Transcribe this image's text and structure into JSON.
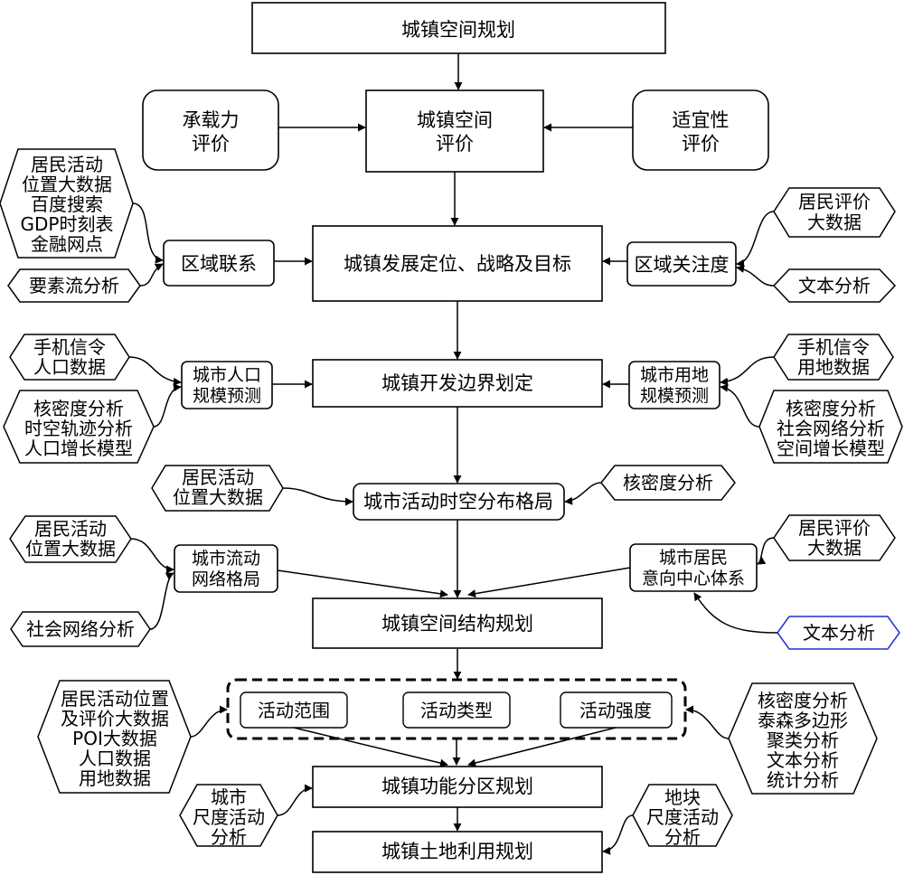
{
  "main_flow": {
    "planning": "城镇空间规划",
    "evaluation": [
      "城镇空间",
      "评价"
    ],
    "positioning": "城镇发展定位、战略及目标",
    "boundary": "城镇开发边界划定",
    "pattern": "城市活动时空分布格局",
    "structure": "城镇空间结构规划",
    "function": "城镇功能分区规划",
    "landuse": "城镇土地利用规划"
  },
  "evaluation_inputs": {
    "capacity": [
      "承载力",
      "评价"
    ],
    "suitability": [
      "适宜性",
      "评价"
    ]
  },
  "intermediate": {
    "regional_link": "区域联系",
    "regional_attention": "区域关注度",
    "population_forecast": [
      "城市人口",
      "规模预测"
    ],
    "landuse_forecast": [
      "城市用地",
      "规模预测"
    ],
    "flow_network": [
      "城市流动",
      "网络格局"
    ],
    "resident_centers": [
      "城市居民",
      "意向中心体系"
    ]
  },
  "activity_group": {
    "items": [
      "活动范围",
      "活动类型",
      "活动强度"
    ]
  },
  "data_sources": {
    "resident_location_bigdata_long": [
      "居民活动",
      "位置大数据",
      "百度搜索",
      "GDP时刻表",
      "金融网点"
    ],
    "factor_flow": [
      "要素流分析"
    ],
    "resident_eval_1": [
      "居民评价",
      "大数据"
    ],
    "text_analysis_1": [
      "文本分析"
    ],
    "phone_population": [
      "手机信令",
      "人口数据"
    ],
    "kde_trajectory": [
      "核密度分析",
      "时空轨迹分析",
      "人口增长模型"
    ],
    "phone_landuse": [
      "手机信令",
      "用地数据"
    ],
    "kde_social": [
      "核密度分析",
      "社会网络分析",
      "空间增长模型"
    ],
    "resident_location_1": [
      "居民活动",
      "位置大数据"
    ],
    "kde_1": [
      "核密度分析"
    ],
    "resident_location_2": [
      "居民活动",
      "位置大数据"
    ],
    "social_network": [
      "社会网络分析"
    ],
    "resident_eval_2": [
      "居民评价",
      "大数据"
    ],
    "text_analysis_2": [
      "文本分析"
    ],
    "multi_source": [
      "居民活动位置",
      "及评价大数据",
      "POI大数据",
      "人口数据",
      "用地数据"
    ],
    "methods": [
      "核密度分析",
      "泰森多边形",
      "聚类分析",
      "文本分析",
      "统计分析"
    ],
    "city_scale": [
      "城市",
      "尺度活动",
      "分析"
    ],
    "parcel_scale": [
      "地块",
      "尺度活动",
      "分析"
    ]
  },
  "colors": {
    "stroke": "#000000",
    "highlight_border": "#1f2fd0",
    "background": "#ffffff"
  }
}
